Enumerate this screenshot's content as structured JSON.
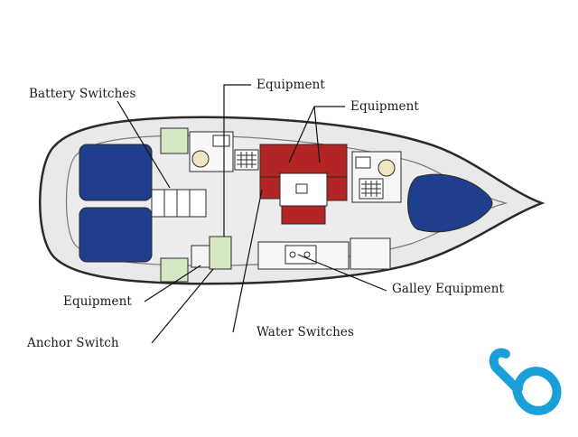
{
  "diagram": {
    "labels": {
      "battery_switches": "Battery Switches",
      "equipment_top": "Equipment",
      "equipment_right": "Equipment",
      "equipment_left": "Equipment",
      "anchor_switch": "Anchor Switch",
      "water_switches": "Water Switches",
      "galley_equipment": "Galley Equipment"
    }
  },
  "logo": {
    "name": "b-logo-icon"
  },
  "colors": {
    "hull_outline": "#2a2a2a",
    "deck_fill": "#e9e9e9",
    "berth_fill": "#1f3f8c",
    "saloon_fill": "#b32424",
    "equipment_fill": "#d6e7c4",
    "sink_fill": "#f0e6c2",
    "logo_blue": "#1aa0d9"
  }
}
